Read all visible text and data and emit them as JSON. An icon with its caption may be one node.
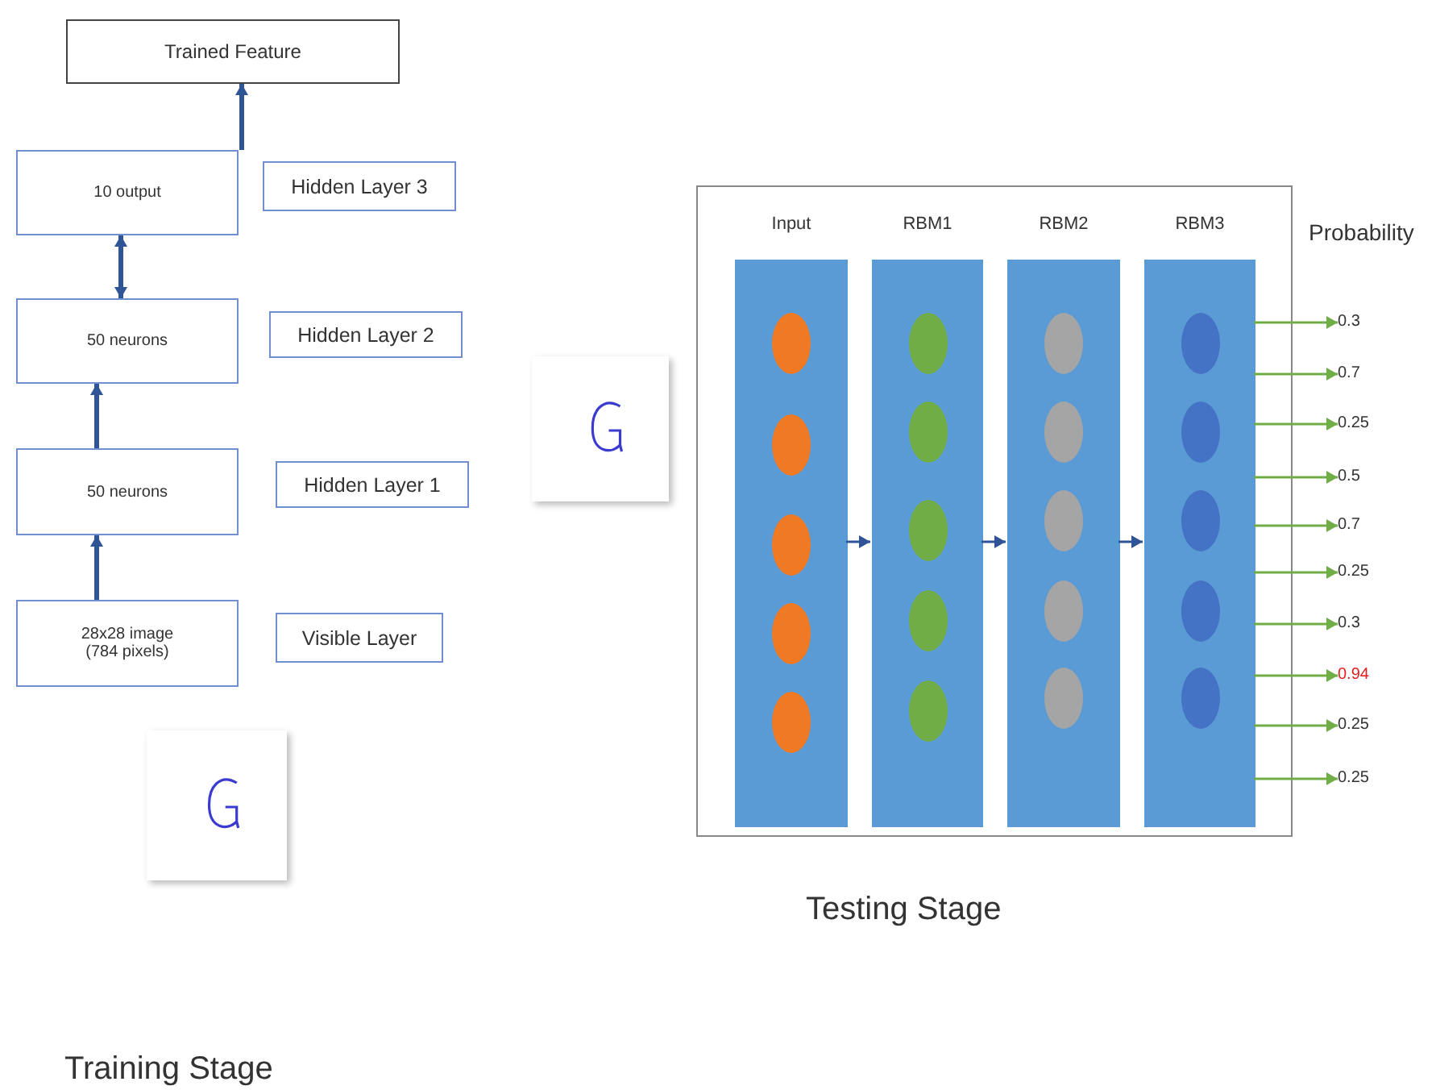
{
  "diagram": {
    "nodes": [
      {
        "text": [
          "Trained Feature"
        ]
      },
      {
        "text": [
          "10 output"
        ]
      },
      {
        "text": [
          "Hidden Layer 3"
        ]
      },
      {
        "text": [
          "50 neurons"
        ]
      },
      {
        "text": [
          "Hidden Layer 2"
        ]
      },
      {
        "text": [
          "50 neurons"
        ]
      },
      {
        "text": [
          "Hidden Layer 1"
        ]
      },
      {
        "text": [
          "28x28 image (784 pixels)"
        ]
      },
      {
        "text": [
          "Visible Layer"
        ]
      },
      {
        "text": [],
        "shape": "picture"
      },
      {
        "text": [],
        "shape": "picture"
      },
      {
        "text": [],
        "shape": "box"
      },
      {
        "text": [
          "Input"
        ],
        "in": 11
      },
      {
        "text": [],
        "shape": "ellipse",
        "in": 12
      },
      {
        "text": [],
        "shape": "ellipse",
        "in": 12
      },
      {
        "text": [],
        "shape": "ellipse",
        "in": 12
      },
      {
        "text": [],
        "shape": "ellipse",
        "in": 12
      },
      {
        "text": [],
        "shape": "ellipse",
        "in": 12
      },
      {
        "text": [
          "RBM1"
        ],
        "in": 11
      },
      {
        "text": [],
        "shape": "ellipse",
        "in": 18
      },
      {
        "text": [],
        "shape": "ellipse",
        "in": 18
      },
      {
        "text": [],
        "shape": "ellipse",
        "in": 18
      },
      {
        "text": [],
        "shape": "ellipse",
        "in": 18
      },
      {
        "text": [],
        "shape": "ellipse",
        "in": 18
      },
      {
        "text": [
          "RBM2"
        ],
        "in": 11
      },
      {
        "text": [],
        "shape": "ellipse",
        "in": 24
      },
      {
        "text": [],
        "shape": "ellipse",
        "in": 24
      },
      {
        "text": [],
        "shape": "ellipse",
        "in": 24
      },
      {
        "text": [],
        "shape": "ellipse",
        "in": 24
      },
      {
        "text": [],
        "shape": "ellipse",
        "in": 24
      },
      {
        "text": [
          "RBM3"
        ],
        "in": 11
      },
      {
        "text": [],
        "shape": "ellipse",
        "in": 30
      },
      {
        "text": [],
        "shape": "ellipse",
        "in": 30
      },
      {
        "text": [],
        "shape": "ellipse",
        "in": 30
      },
      {
        "text": [],
        "shape": "ellipse",
        "in": 30
      },
      {
        "text": [],
        "shape": "ellipse",
        "in": 30
      },
      {
        "text": [
          "0.3"
        ]
      },
      {
        "text": [
          "0.7"
        ]
      },
      {
        "text": [
          "0.25"
        ]
      },
      {
        "text": [
          "0.5"
        ]
      },
      {
        "text": [
          "0.7"
        ]
      },
      {
        "text": [
          "0.25"
        ]
      },
      {
        "text": [
          "0.3"
        ]
      },
      {
        "text": [
          "0.94"
        ]
      },
      {
        "text": [
          "0.25"
        ]
      },
      {
        "text": [
          "0.25"
        ]
      }
    ],
    "edges": [
      {
        "from": 7,
        "to": 5,
        "arrow": "to",
        "style": "thick",
        "color": "#2f5597"
      },
      {
        "from": 5,
        "to": 3,
        "arrow": "to",
        "style": "thick",
        "color": "#2f5597"
      },
      {
        "from": 3,
        "to": 1,
        "arrow": "both",
        "style": "thick",
        "color": "#2f5597"
      },
      {
        "from": 1,
        "to": 0,
        "arrow": "to",
        "style": "thick",
        "color": "#2f5597"
      },
      {
        "from": 12,
        "to": 18,
        "arrow": "to",
        "color": "#2f5597"
      },
      {
        "from": 18,
        "to": 24,
        "arrow": "to",
        "color": "#2f5597"
      },
      {
        "from": 24,
        "to": 30,
        "arrow": "to",
        "color": "#2f5597"
      },
      {
        "from": 30,
        "to": 36,
        "arrow": "to",
        "color": "#70ad47"
      },
      {
        "from": 30,
        "to": 37,
        "arrow": "to",
        "color": "#70ad47"
      },
      {
        "from": 30,
        "to": 38,
        "arrow": "to",
        "color": "#70ad47"
      },
      {
        "from": 30,
        "to": 39,
        "arrow": "to",
        "color": "#70ad47"
      },
      {
        "from": 30,
        "to": 40,
        "arrow": "to",
        "color": "#70ad47"
      },
      {
        "from": 30,
        "to": 41,
        "arrow": "to",
        "color": "#70ad47"
      },
      {
        "from": 30,
        "to": 42,
        "arrow": "to",
        "color": "#70ad47"
      },
      {
        "from": 30,
        "to": 43,
        "arrow": "to",
        "color": "#70ad47"
      },
      {
        "from": 30,
        "to": 44,
        "arrow": "to",
        "color": "#70ad47"
      },
      {
        "from": 30,
        "to": 45,
        "arrow": "to",
        "color": "#70ad47"
      }
    ],
    "labels": [
      "Probability",
      "Testing Stage",
      "Training Stage"
    ]
  }
}
